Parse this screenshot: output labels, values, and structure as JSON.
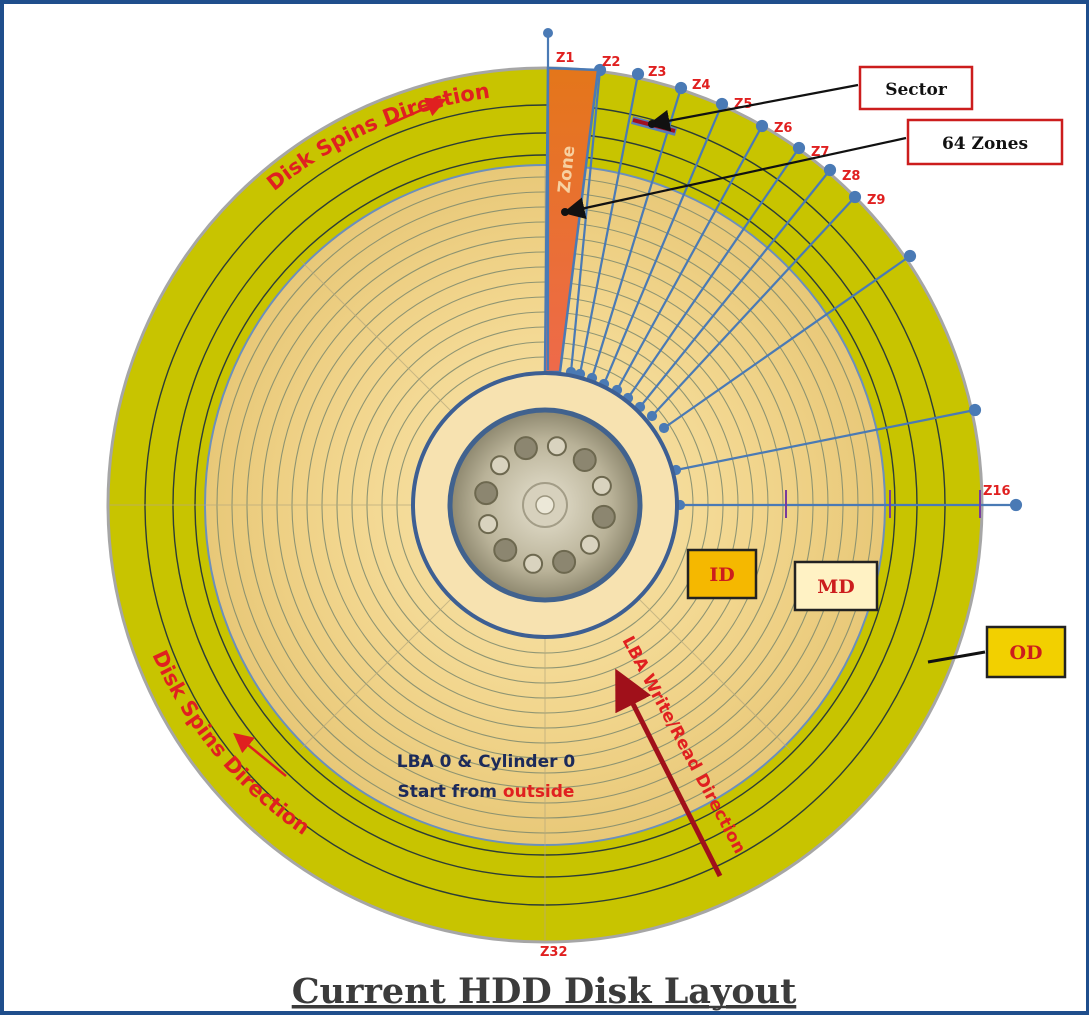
{
  "title": "Current HDD Disk Layout",
  "zone_labels": {
    "z1": "Z1",
    "z2": "Z2",
    "z3": "Z3",
    "z4": "Z4",
    "z5": "Z5",
    "z6": "Z6",
    "z7": "Z7",
    "z8": "Z8",
    "z9": "Z9",
    "z16": "Z16",
    "z32": "Z32"
  },
  "zone_wedge_label": "Zone",
  "callouts": {
    "sector": "Sector",
    "zones_count": "64 Zones",
    "id": "ID",
    "md": "MD",
    "od": "OD"
  },
  "spin_direction_label": "Disk Spins Direction",
  "lba_direction_label": "LBA Write/Read Direction",
  "start_note": {
    "line1": "LBA 0 & Cylinder 0",
    "line2_prefix": "Start from ",
    "line2_highlight": "outside"
  },
  "colors": {
    "frame": "#1f4e8c",
    "outer_ring": "#c8c400",
    "platter": "#f4d78c",
    "zone_wedge": "#e8702a",
    "label_red": "#e02020",
    "arrow_dark_red": "#a0101a",
    "line_blue": "#4a7ab5",
    "id_box": "#f5b800",
    "md_box": "#fff2c4",
    "od_box": "#f2d000",
    "text_navy": "#1c2a5a"
  }
}
